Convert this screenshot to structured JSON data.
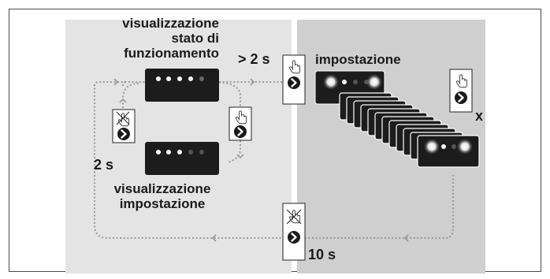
{
  "labels": {
    "operating_display": [
      "visualizzazione",
      "stato di",
      "funzionamento"
    ],
    "settings_display": [
      "visualizzazione",
      "impostazione"
    ],
    "settings_mode": "impostazione",
    "long_press": "> 2 s",
    "short_time": "2 s",
    "timeout": "10 s",
    "repeat": "x"
  },
  "colors": {
    "left_panel": "#e4e4e4",
    "right_panel": "#cfcfcf",
    "display_body": "#1c1c1c",
    "flow_line": "#999999"
  }
}
